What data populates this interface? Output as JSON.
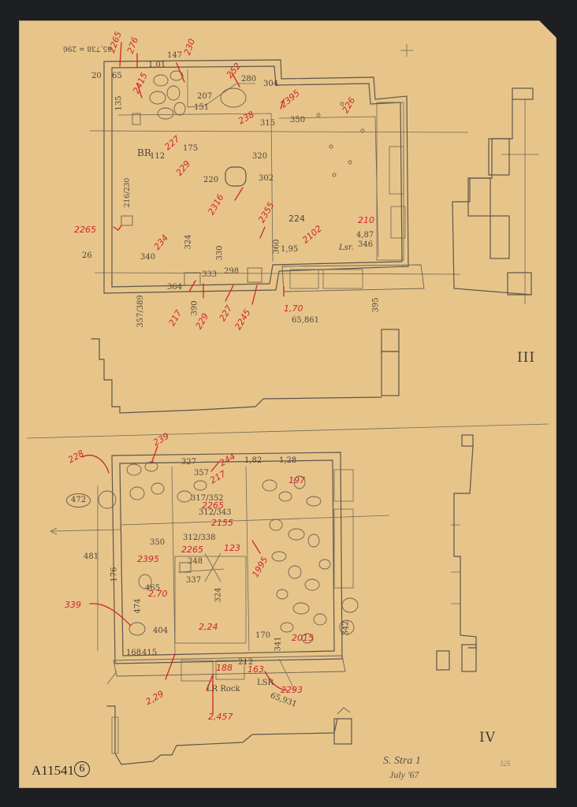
{
  "sheet": {
    "catalog_number": "A11541",
    "sheet_number": "6",
    "site_note": "S. Stra 1",
    "date_note": "July '67",
    "pencil_corner_mark": "325",
    "top_scale_note": "65,738 = 296"
  },
  "plans": [
    {
      "roman_numeral": "III",
      "red_labels": [
        "2265",
        "276",
        "230",
        "252",
        "2415",
        "2395",
        "238",
        "226",
        "227",
        "229",
        "2316",
        "2265",
        "234",
        "2355",
        "2102",
        "210",
        "217",
        "229",
        "2245",
        "227",
        "1,70",
        "224"
      ],
      "pencil_labels": [
        "147",
        "20",
        "65",
        "207",
        "1,01",
        "135",
        "151",
        "175",
        "280",
        "304",
        "315",
        "320",
        "350",
        "302",
        "112",
        "BR",
        "220",
        "216/230",
        "340",
        "333",
        "298",
        "324",
        "330",
        "360",
        "364",
        "390",
        "1,95",
        "4,87",
        "346",
        "395",
        "357/389",
        "65,861",
        "Lsr.",
        "26"
      ]
    },
    {
      "roman_numeral": "IV",
      "red_labels": [
        "228",
        "239",
        "244",
        "217",
        "2265",
        "2155",
        "2395",
        "2265",
        "2,70",
        "2,24",
        "1995",
        "197",
        "2015",
        "2293",
        "2,457",
        "2,29",
        "188",
        "163",
        "339",
        "123"
      ],
      "pencil_labels": [
        "472",
        "327",
        "357",
        "1,82",
        "1,28",
        "317/352",
        "312/343",
        "312/338",
        "350",
        "348",
        "337",
        "415",
        "404",
        "465",
        "474",
        "481",
        "176",
        "168",
        "342",
        "341",
        "324",
        "212",
        "170",
        "LSR",
        "65,931",
        "LR Rock"
      ]
    }
  ]
}
